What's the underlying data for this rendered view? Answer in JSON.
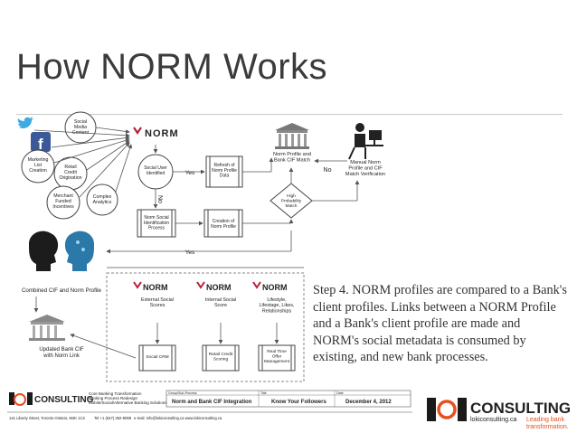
{
  "slide": {
    "title": "How NORM Works"
  },
  "sources": {
    "social": "Social\nMedia\nContent",
    "marketing": "Marketing\nList\nCreation",
    "retail": "Retail\nCredit\nOrigination",
    "merchant": "Merchant\nFunded\nIncentives",
    "complex": "Complex\nAnalytics"
  },
  "norm_logo": "NORM",
  "flow": {
    "identified": "Social User\nIdentified",
    "refresh": "Refresh of\nNorm Profile\nData",
    "creation": "Creation of\nNorm Profile",
    "identification": "Norm Social\nIdentification\nProcess",
    "match": "High\nProbability\nMatch",
    "bank_label": "Norm Profile and\nBank CIF Match",
    "manual": "Manual Norm\nProfile and CIF\nMatch Verification",
    "yes1": "Yes",
    "no1": "No",
    "no2": "No",
    "yes2": "Yes"
  },
  "combined": "Combined CIF and Norm Profile",
  "updated": "Updated Bank CIF\nwith Norm Link",
  "modules": [
    {
      "label": "External Social\nScores",
      "box": "Social CRM"
    },
    {
      "label": "Internal Social\nScore",
      "box": "Retail Credit\nScoring"
    },
    {
      "label": "Lifestyle,\nLifestage, Likes,\nRelationships",
      "box": "Real Time\nOffer\nManagement"
    }
  ],
  "step_text": "Step 4. NORM profiles are compared to a Bank's client profiles. Links between a NORM Profile and a Bank's client profile are made and NORM's social metadata is consumed by existing, and new bank processes.",
  "footer": {
    "brand": "CONSULTING",
    "tag1": "Core Banking Transformation",
    "tag2": "Banking Process Redesign",
    "tag3": "Mobile/Social/Alternative Banking Solutions",
    "address": "141 Liberty Street, Toronto Ontario, M4K 1C2",
    "phone": "Tel +1 (647) 352-8088",
    "email": "e-mail: info@lokiconsulting.ca  www.lokiconsulting.ca",
    "h_process": "Group/Sub-Process",
    "h_title": "Title",
    "h_date": "Date",
    "process": "Norm and Bank CIF Integration",
    "title": "Know Your Followers",
    "date": "December 4, 2012"
  },
  "brand_right": {
    "name": "CONSULTING",
    "site": "lokiconsulting.ca",
    "slogan1": "Leading bank",
    "slogan2": "transformation."
  },
  "colors": {
    "norm_accent": "#b8203a",
    "twitter": "#3fa9e0",
    "facebook": "#3b5998",
    "loki_orange": "#e5501e"
  }
}
